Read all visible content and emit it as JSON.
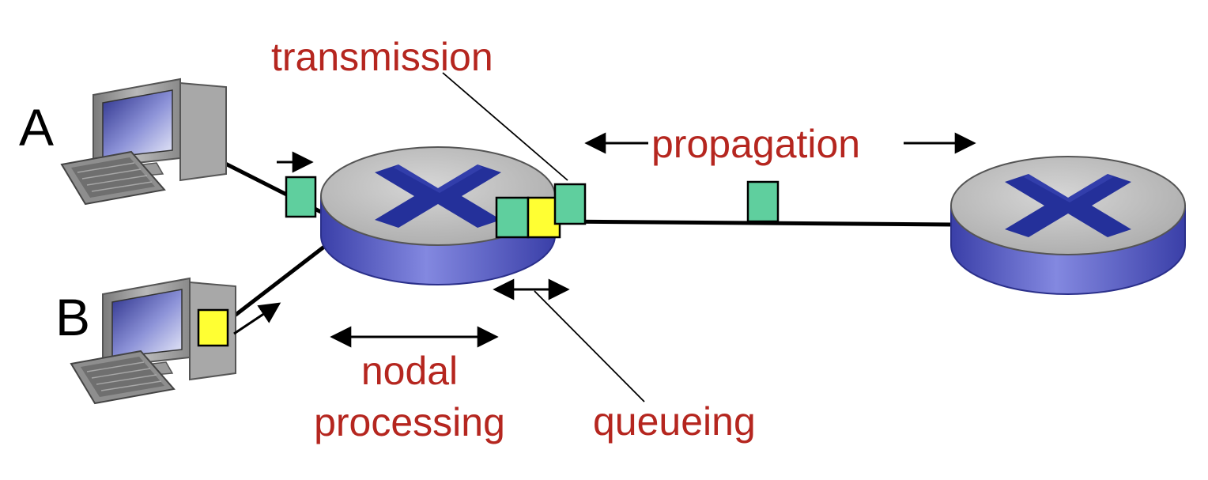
{
  "hosts": {
    "a_label": "A",
    "b_label": "B"
  },
  "labels": {
    "transmission": "transmission",
    "propagation": "propagation",
    "nodal_line1": "nodal",
    "nodal_line2": "processing",
    "queueing": "queueing"
  },
  "colors": {
    "label_red": "#b5261f",
    "packet_green": "#5fcf9e",
    "packet_yellow": "#ffff33",
    "router_top": "#c6c6c6",
    "router_side": "#6f73d6",
    "router_cross": "#24309a"
  },
  "icons": {
    "host_a": "desktop-computer-icon",
    "host_b": "desktop-computer-icon",
    "router_1": "router-icon",
    "router_2": "router-icon"
  }
}
